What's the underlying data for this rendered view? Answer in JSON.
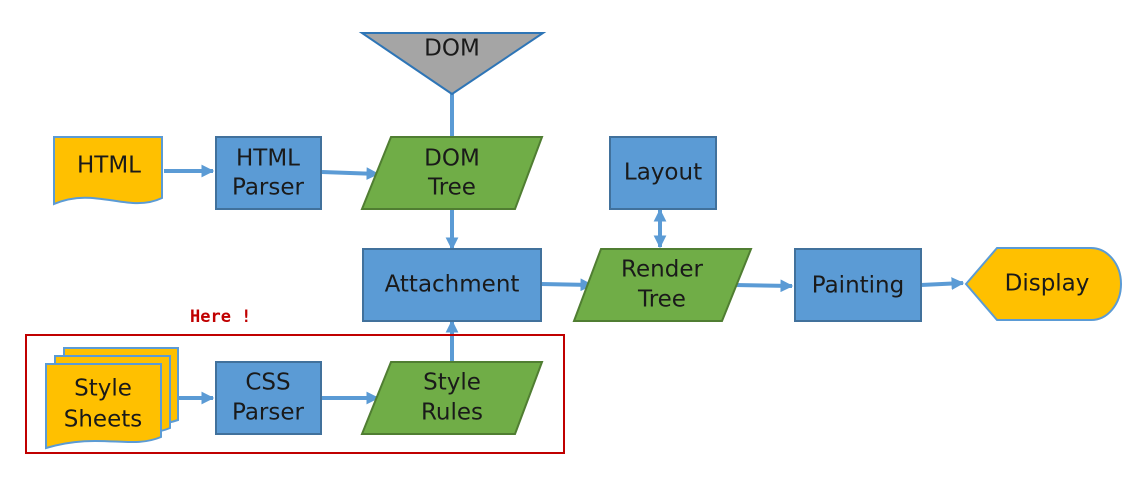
{
  "diagram": {
    "nodes": {
      "dom": "DOM",
      "html": "HTML",
      "html_parser": [
        "HTML",
        "Parser"
      ],
      "dom_tree": [
        "DOM",
        "Tree"
      ],
      "layout": "Layout",
      "attachment": "Attachment",
      "render_tree": [
        "Render",
        "Tree"
      ],
      "painting": "Painting",
      "display": "Display",
      "style_sheets": [
        "Style",
        "Sheets"
      ],
      "css_parser": [
        "CSS",
        "Parser"
      ],
      "style_rules": [
        "Style",
        "Rules"
      ]
    },
    "annotation": "Here !",
    "edges": [
      {
        "from": "HTML",
        "to": "HTML Parser"
      },
      {
        "from": "HTML Parser",
        "to": "DOM Tree"
      },
      {
        "from": "DOM",
        "to": "DOM Tree"
      },
      {
        "from": "DOM Tree",
        "to": "Attachment"
      },
      {
        "from": "Style Sheets",
        "to": "CSS Parser"
      },
      {
        "from": "CSS Parser",
        "to": "Style Rules"
      },
      {
        "from": "Style Rules",
        "to": "Attachment"
      },
      {
        "from": "Attachment",
        "to": "Render Tree"
      },
      {
        "from": "Render Tree",
        "to": "Layout",
        "bidirectional": true
      },
      {
        "from": "Render Tree",
        "to": "Painting"
      },
      {
        "from": "Painting",
        "to": "Display"
      }
    ],
    "colors": {
      "process_fill": "#5b9bd5",
      "process_stroke": "#41719c",
      "data_fill": "#70ad47",
      "data_stroke": "#507e32",
      "document_fill": "#ffc000",
      "document_stroke": "#5b9bd5",
      "dom_fill": "#a5a5a5",
      "dom_stroke": "#2e75b6",
      "connector": "#5b9bd5",
      "highlight_border": "#c00000"
    }
  }
}
